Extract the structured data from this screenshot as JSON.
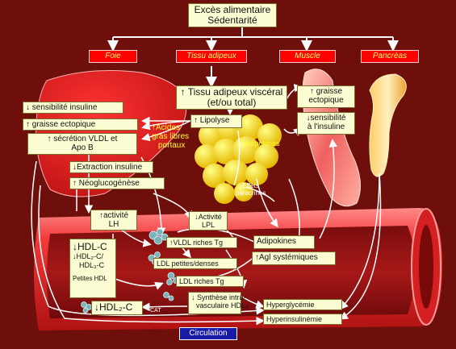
{
  "top": {
    "line1": "Excès alimentaire",
    "line2": "Sédentarité"
  },
  "organs": [
    "Foie",
    "Tissu adipeux",
    "Muscle",
    "Pancréas"
  ],
  "visceral": {
    "line1": "↑ Tissu adipeux viscéral",
    "line2": "(et/ou total)"
  },
  "liver_boxes": {
    "insulin_sensitivity": "↓ sensibilité insuline",
    "ectopic_fat": "↑ graisse ectopique",
    "vldl_1": "↑  sécrétion VLDL et",
    "vldl_2": "Apo B",
    "extraction": "↓Extraction insuline",
    "neoglucogenese": "↑ Néoglucogénèse"
  },
  "lipolyse": "↑ Lipolyse",
  "acides": {
    "line1": "↑Acides",
    "line2": "gras libres",
    "line3": "portaux"
  },
  "adipokines_label": "↑ Adipokines",
  "effets": {
    "line1": "Effets",
    "line2": "paracrines"
  },
  "muscle_boxes": {
    "fat_1": "↑ graisse",
    "fat_2": "ectopique",
    "sens_1": "↓sensibilité",
    "sens_2": "à l'insuline"
  },
  "vessel": {
    "activite_lh_1": "↑activité",
    "activite_lh_2": "LH",
    "activite_lpl_1": "↓Activité",
    "activite_lpl_2": "LPL",
    "hdl_c": "↓HDL-C",
    "hdl_ratio_1": "↓HDL₂-C/",
    "hdl_ratio_2": "HDL₃-C",
    "petites_hdl": "Petites HDL",
    "hdl2c": "↓HDL₂-C",
    "vldl_tg": "↑VLDL riches Tg",
    "ldl_petites": "LDL petites/denses",
    "ldl_tg": "LDL riches Tg",
    "synth_1": "↓ Synthèse intra-",
    "synth_2": "vasculaire  HDL₃",
    "cat": "CAT",
    "adipokines": "Adipokines",
    "agl": "↑Agl systémiques",
    "hyperglycemie": "Hyperglycémie",
    "hyperinsulinemie": "Hyperinsulinémie",
    "circulation": "Circulation"
  }
}
